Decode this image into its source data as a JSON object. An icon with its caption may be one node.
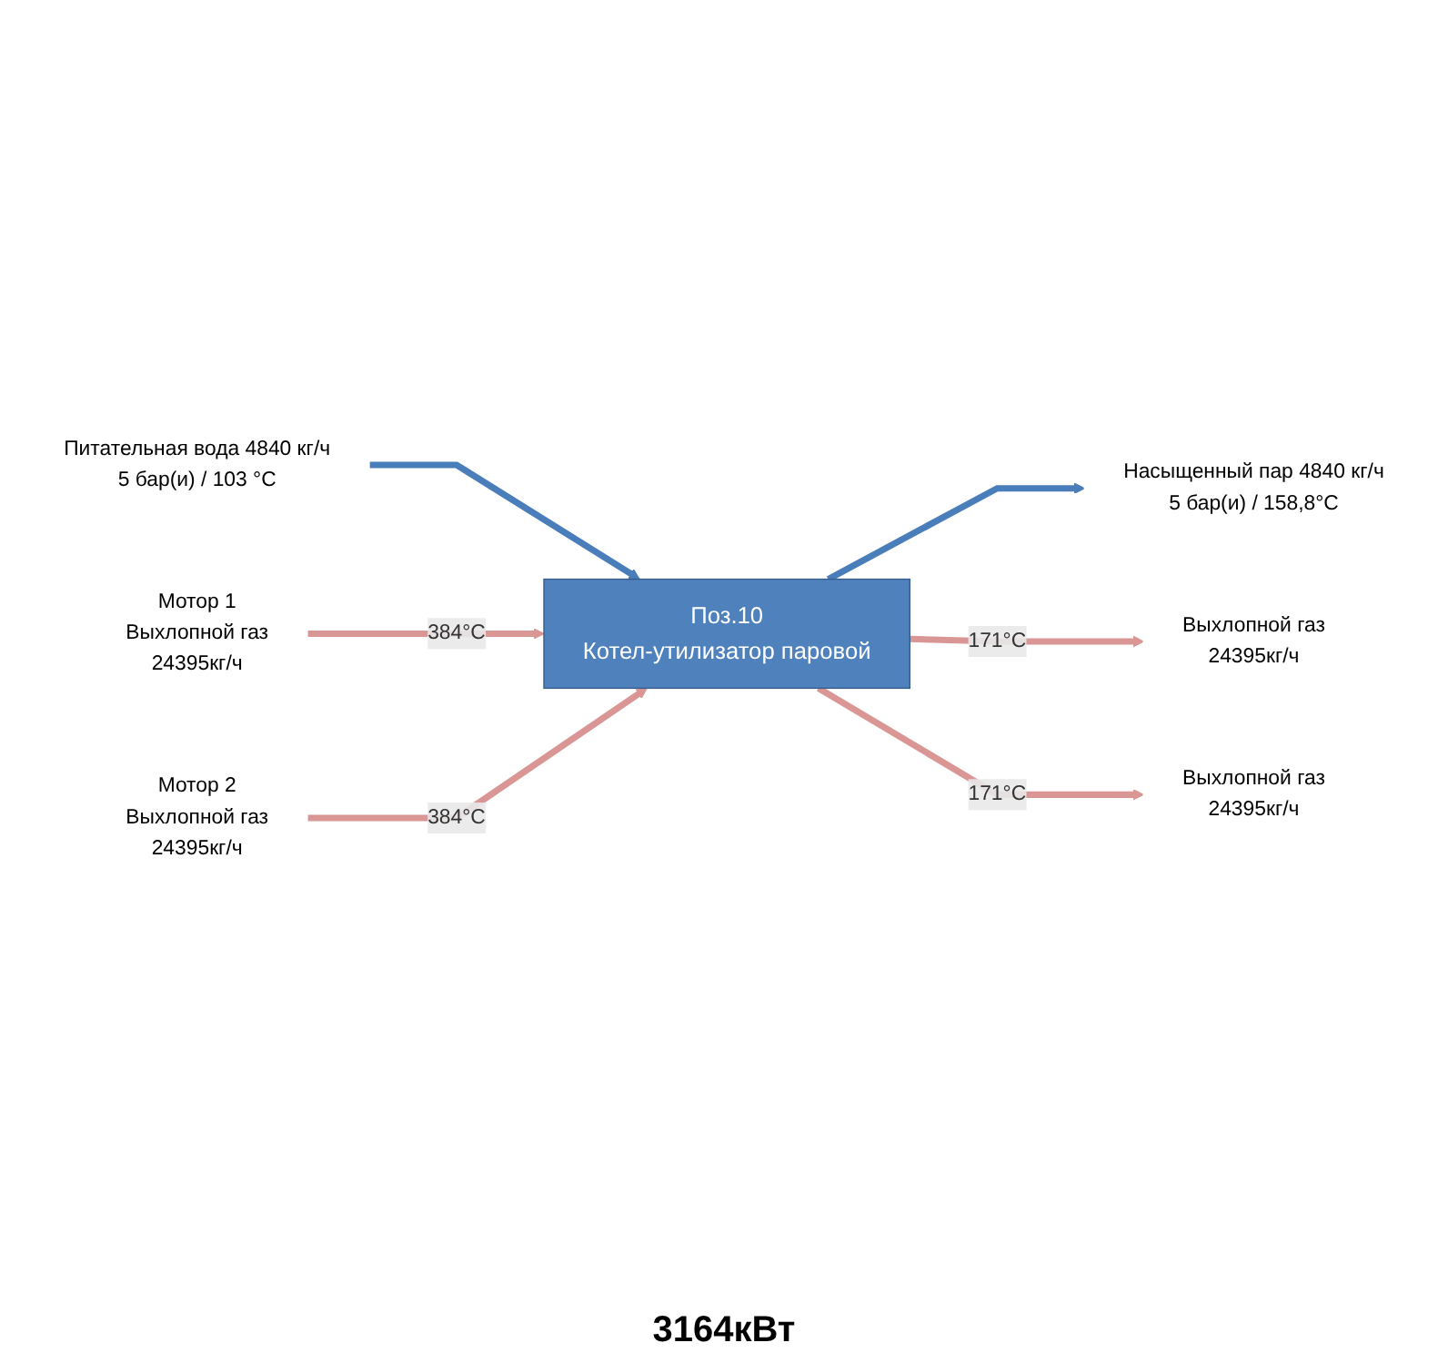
{
  "diagram": {
    "nodes": [
      {
        "text": [
          "Насыщенный пар 4840 кг/ч",
          "5 бар(и) / 158,8°C"
        ]
      },
      {
        "text": [
          "Питательная вода 4840 кг/ч",
          "5 бар(и) / 103 °C"
        ]
      },
      {
        "text": [
          "Мотор 1",
          "Выхлопной газ",
          "24395кг/ч"
        ]
      },
      {
        "text": [
          "Поз.10",
          "Котел-утилизатор паровой"
        ]
      },
      {
        "text": [
          "Выхлопной газ",
          "24395кг/ч"
        ]
      },
      {
        "text": [
          "Мотор 2",
          "Выхлопной газ",
          "24395кг/ч"
        ]
      },
      {
        "text": [
          "Выхлопной газ",
          "24395кг/ч"
        ]
      }
    ],
    "edges": [
      {
        "from": 3,
        "to": 0,
        "arrow": "to",
        "color": "#4a7ebb"
      },
      {
        "from": 1,
        "to": 3,
        "arrow": "to",
        "color": "#4a7ebb"
      },
      {
        "from": 2,
        "to": 3,
        "arrow": "to",
        "label": "384°C",
        "color": "#d99694"
      },
      {
        "from": 3,
        "to": 4,
        "arrow": "to",
        "label": "171°C",
        "color": "#d99694"
      },
      {
        "from": 5,
        "to": 3,
        "arrow": "to",
        "label": "384°C",
        "color": "#d99694"
      },
      {
        "from": 3,
        "to": 6,
        "arrow": "to",
        "label": "171°C",
        "color": "#d99694"
      }
    ],
    "labels": [
      "3164кВт"
    ]
  }
}
